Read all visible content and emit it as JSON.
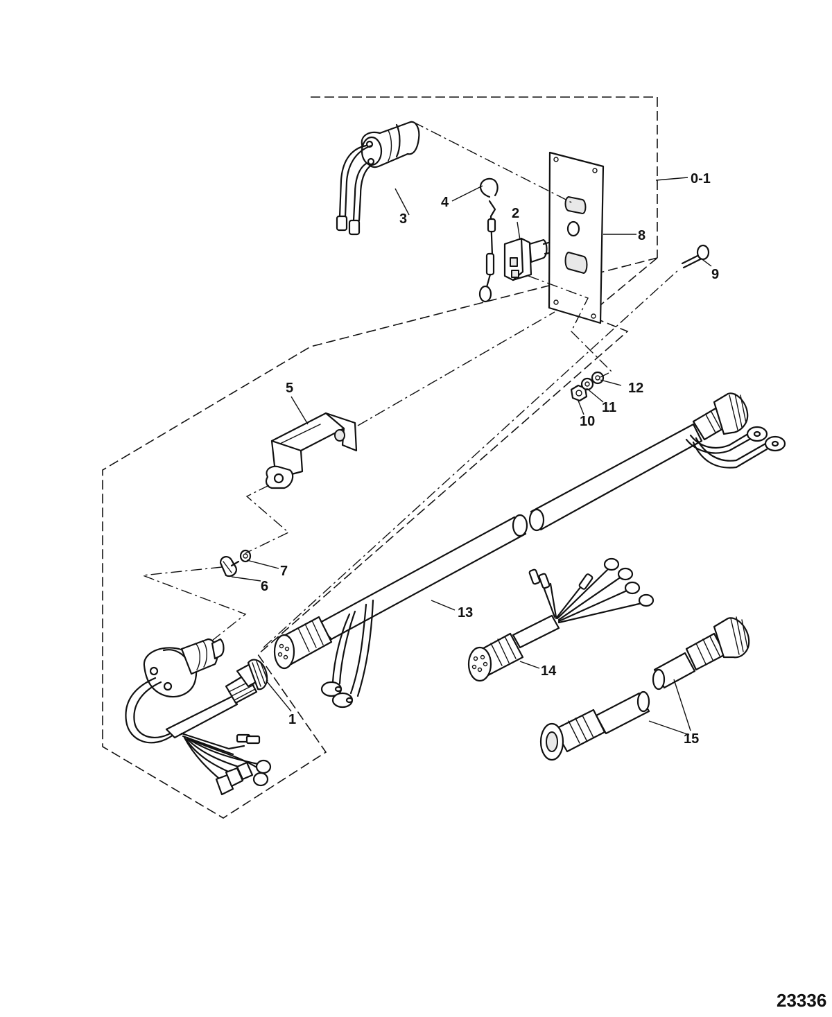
{
  "diagram": {
    "labels": {
      "o1": "0-1",
      "p1": "1",
      "p2": "2",
      "p3": "3",
      "p4": "4",
      "p5": "5",
      "p6": "6",
      "p7": "7",
      "p8": "8",
      "p9": "9",
      "p10": "10",
      "p11": "11",
      "p12": "12",
      "p13": "13",
      "p14": "14",
      "p15": "15"
    },
    "figure_number": "23336"
  }
}
